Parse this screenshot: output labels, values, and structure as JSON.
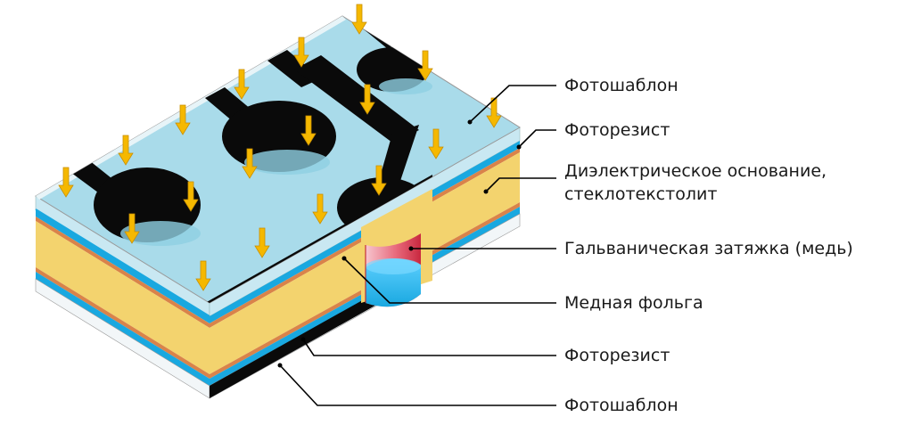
{
  "labels": {
    "photomask_top": "Фотошаблон",
    "photoresist_top": "Фоторезист",
    "dielectric_line1": "Диэлектрическое основание,",
    "dielectric_line2": "стеклотекстолит",
    "plating": "Гальваническая затяжка (медь)",
    "copper_foil": "Медная фольга",
    "photoresist_bottom": "Фоторезист",
    "photomask_bottom": "Фотошаблон"
  },
  "colors": {
    "arrow": "#f5b800",
    "photomask_glass": "#a9dbea",
    "photoresist": "#19a8e0",
    "dielectric": "#f3d36e",
    "copper": "#d9834a",
    "mask_opaque": "#0a0a0a",
    "plating": "#e8455a"
  }
}
